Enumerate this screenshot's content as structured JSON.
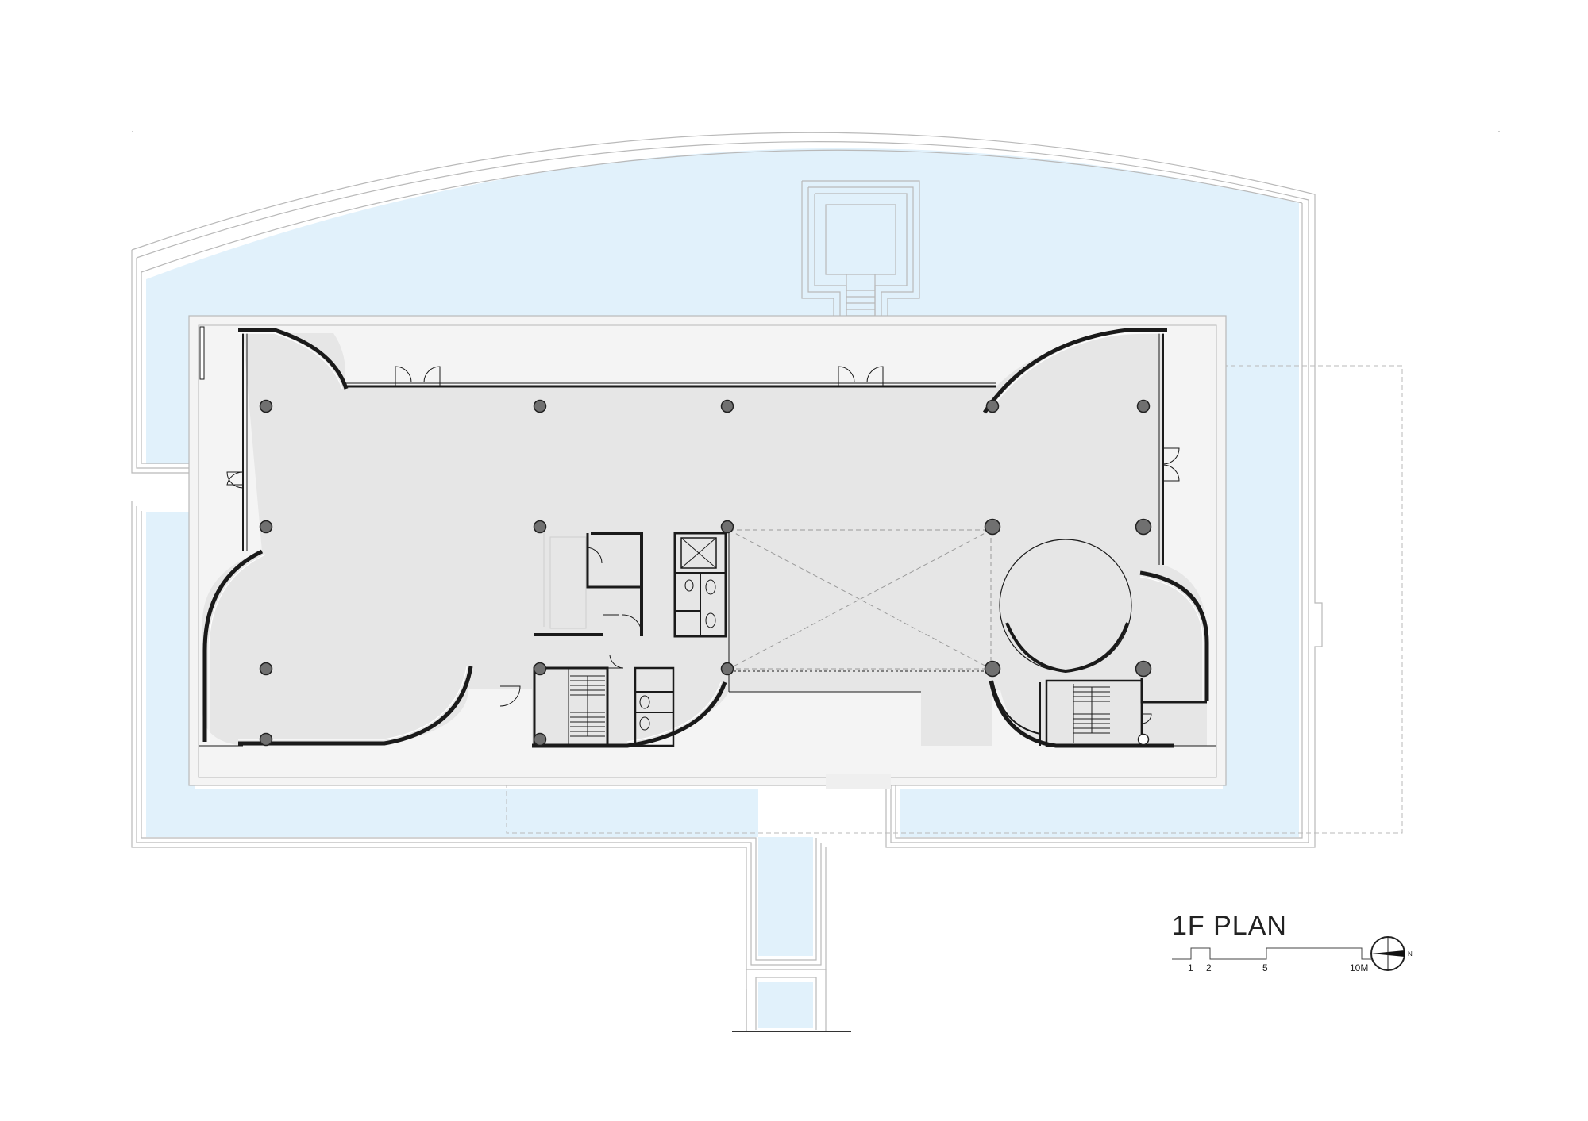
{
  "drawing": {
    "title": "1F PLAN",
    "scale_bar": {
      "labels": [
        "1",
        "2",
        "5",
        "10M"
      ]
    },
    "north_label": "N",
    "colors": {
      "water": "#e1f1fb",
      "deck": "#f4f4f4",
      "interior": "#e6e6e6",
      "wall": "#1a1a1a",
      "column": "#707070",
      "outline": "#b9b9b9"
    }
  }
}
